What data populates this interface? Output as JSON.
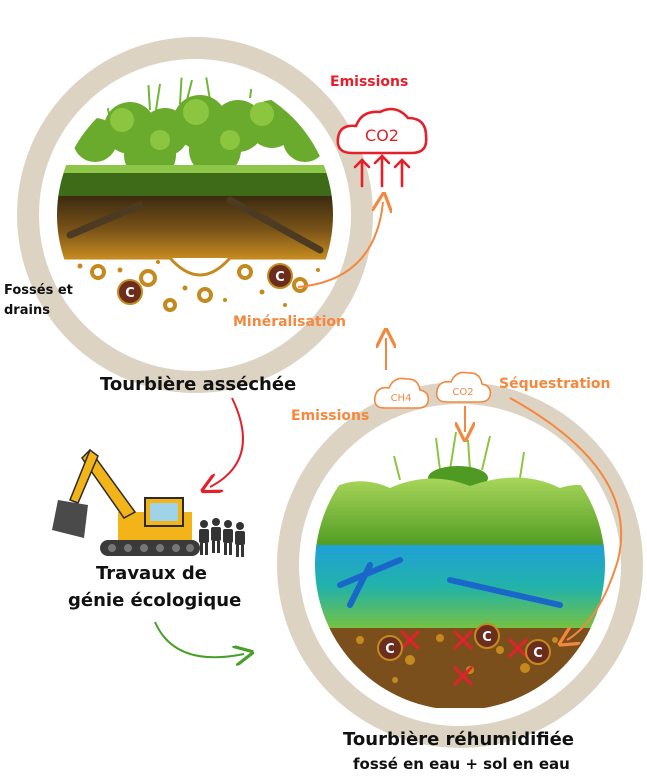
{
  "labels": {
    "emissions_top": "Emissions",
    "co2_cloud": "CO2",
    "fosses_line1": "Fossés et",
    "fosses_line2": "drains",
    "mineralisation": "Minéralisation",
    "tourbiere_assechee": "Tourbière asséchée",
    "ch4_cloud": "CH4",
    "co2_small_cloud": "CO2",
    "sequestration": "Séquestration",
    "emissions_bottom": "Emissions",
    "travaux_line1": "Travaux de",
    "travaux_line2": "génie écologique",
    "tourbiere_rehumidifiee": "Tourbière réhumidifiée",
    "fosse_en_eau": "fossé en eau + sol en eau",
    "carbon_symbol": "C"
  },
  "colors": {
    "emission_red": "#e4202a",
    "process_orange": "#f4883f",
    "ring_beige": "#ddd3c3",
    "transition_green": "#4a9e2a",
    "peat_brown": "#7a4f1c",
    "water_teal": "#2bb3b0"
  },
  "icons": [
    "co2-cloud-icon",
    "ch4-cloud-icon",
    "excavator-icon",
    "workers-icon",
    "carbon-particle-icon"
  ]
}
